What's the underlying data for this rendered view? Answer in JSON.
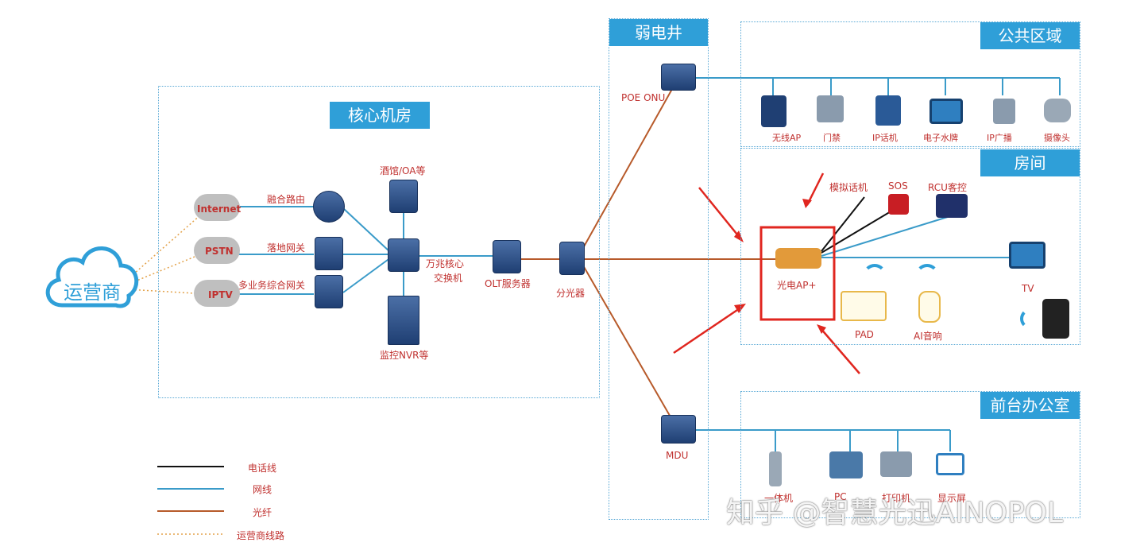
{
  "zones": {
    "core_room": "核心机房",
    "weak_shaft": "弱电井",
    "public_area": "公共区域",
    "room": "房间",
    "front_office": "前台办公室"
  },
  "operator": {
    "label": "运营商"
  },
  "clouds": [
    "Internet",
    "PSTN",
    "IPTV"
  ],
  "core_devices": {
    "router": "融合路由",
    "gateway": "落地网关",
    "multi_gateway": "多业务综合网关",
    "hotel_oa": "酒馆/OA等",
    "core_switch_l1": "万兆核心",
    "core_switch_l2": "交换机",
    "nvr": "监控NVR等",
    "olt": "OLT服务器"
  },
  "splitter": "分光器",
  "poe_onu": "POE ONU",
  "mdu": "MDU",
  "public_devices": [
    "无线AP",
    "门禁",
    "IP话机",
    "电子水牌",
    "IP广播",
    "摄像头"
  ],
  "room_devices": {
    "analog_phone": "模拟话机",
    "sos": "SOS",
    "rcu": "RCU客控",
    "ap_plus": "光电AP+",
    "tv": "TV",
    "pad": "PAD",
    "ai_speaker": "AI音响"
  },
  "office_devices": [
    "一体机",
    "PC",
    "打印机",
    "显示屏"
  ],
  "legend": [
    {
      "label": "电话线",
      "color": "#111111",
      "style": "solid"
    },
    {
      "label": "网线",
      "color": "#3a9bc9",
      "style": "solid"
    },
    {
      "label": "光纤",
      "color": "#b75a2a",
      "style": "solid"
    },
    {
      "label": "运营商线路",
      "color": "#e3a24a",
      "style": "dotted"
    }
  ],
  "watermark": "知乎 @智慧光迅AINOPOL",
  "colors": {
    "fiber": "#b75a2a",
    "network": "#3a9bc9",
    "phone": "#111111",
    "operator_line": "#e3a24a",
    "zone_title": "#2f9fd8",
    "highlight": "#e0261f"
  }
}
